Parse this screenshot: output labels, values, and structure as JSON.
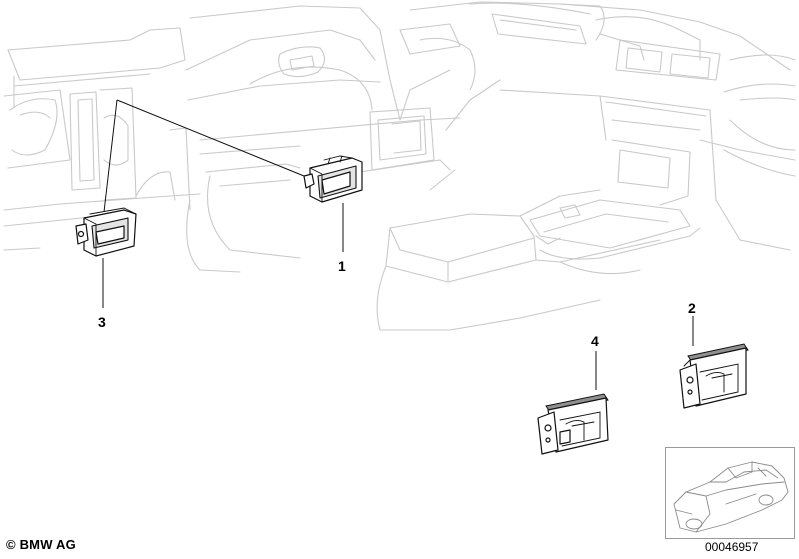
{
  "callouts": {
    "part_1": "1",
    "part_2": "2",
    "part_3": "3",
    "part_4": "4"
  },
  "footer": {
    "copyright": "© BMW AG",
    "doc_number": "00046957"
  },
  "colors": {
    "line": "#111111",
    "ghost_line": "#c9c9c9",
    "background": "#ffffff"
  }
}
